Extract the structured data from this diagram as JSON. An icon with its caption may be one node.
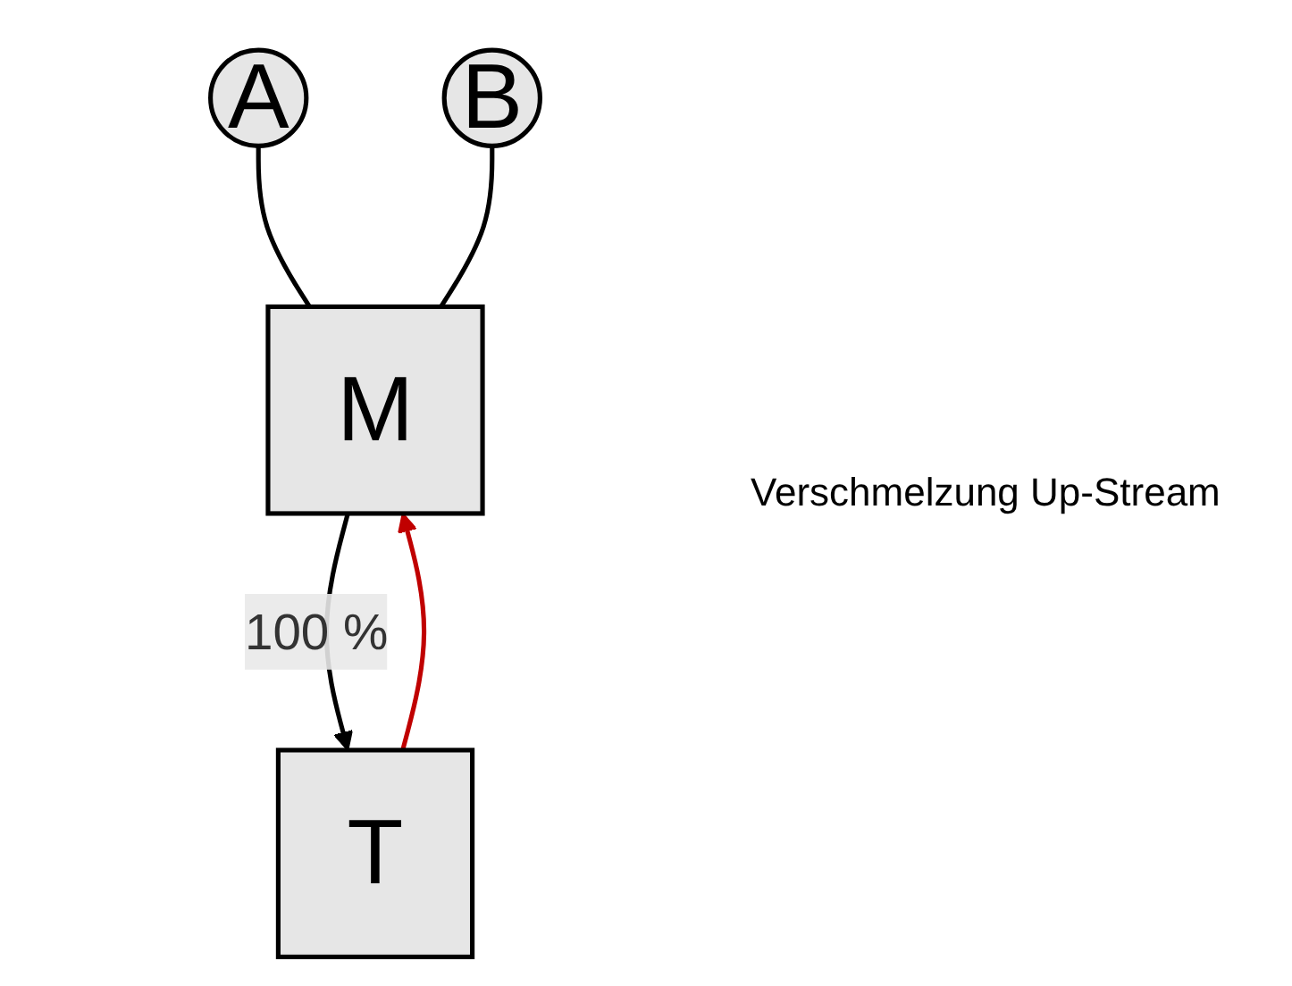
{
  "diagram": {
    "nodes": [
      {
        "text": [
          "A"
        ]
      },
      {
        "text": [
          "B"
        ]
      },
      {
        "text": [
          "M"
        ]
      },
      {
        "text": [
          "T"
        ]
      }
    ],
    "edges": [
      {
        "from": 0,
        "to": 2,
        "arrow": "none"
      },
      {
        "from": 1,
        "to": 2,
        "arrow": "none"
      },
      {
        "from": 2,
        "to": 3,
        "arrow": "to",
        "label": "100 %"
      },
      {
        "from": 3,
        "to": 2,
        "arrow": "to",
        "color": "#c00000"
      }
    ],
    "labels": [
      "Verschmelzung Up-Stream"
    ]
  }
}
